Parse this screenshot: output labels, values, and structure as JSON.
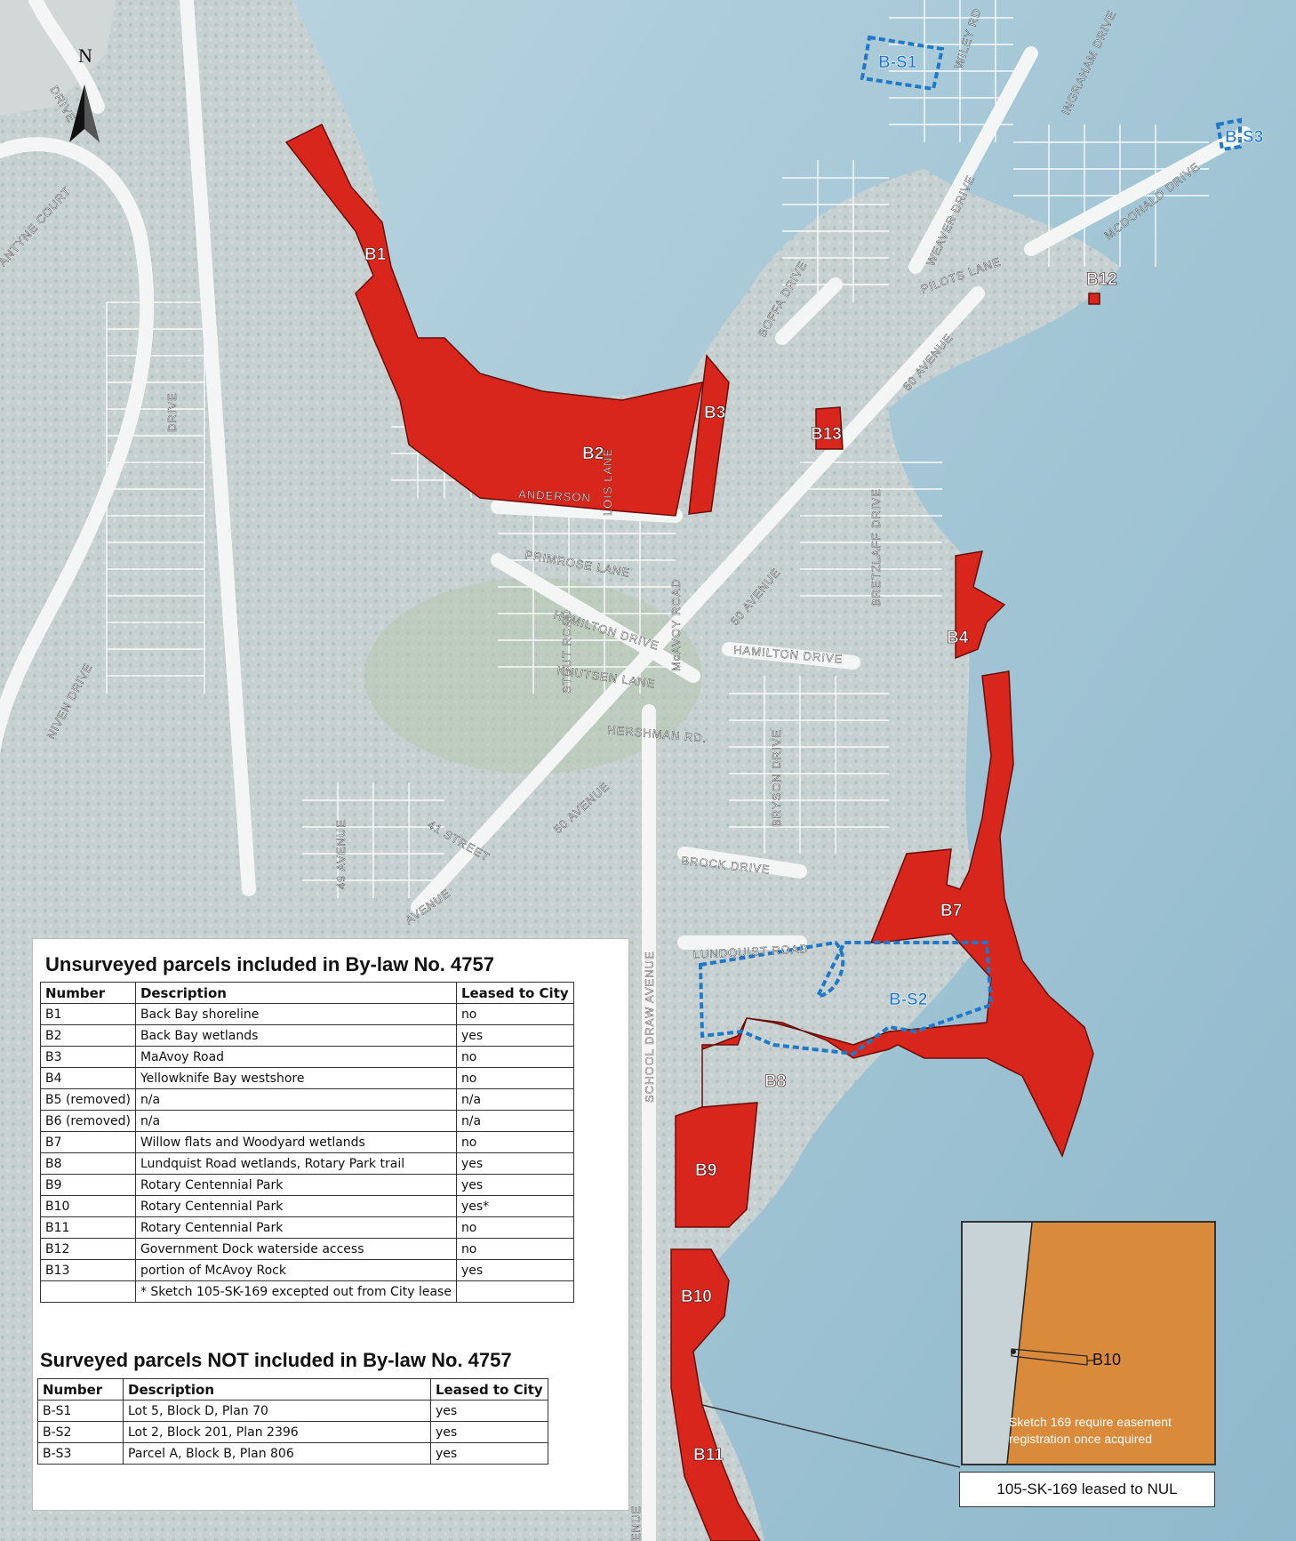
{
  "map": {
    "north_label": "N",
    "parcels_red": [
      "B1",
      "B2",
      "B3",
      "B4",
      "B7",
      "B8",
      "B9",
      "B10",
      "B11",
      "B12",
      "B13"
    ],
    "parcels_surveyed": [
      "B-S1",
      "B-S2",
      "B-S3"
    ],
    "roads": [
      "DRIVE",
      "ANTYNE COURT",
      "NIVEN DRIVE",
      "DRIVE",
      "50 AVENUE",
      "50 AVENUE",
      "50 AVENUE",
      "SCHOOL DRAW AVENUE",
      "HAMILTON DRIVE",
      "HAMILTON DRIVE",
      "McAVOY ROAD",
      "STOUT ROAD",
      "LOIS LANE",
      "PRIMROSE LANE",
      "KNUTSEN LANE",
      "HERSHMAN RD.",
      "BRYSON DRIVE",
      "BRETZLAFF DRIVE",
      "BROCK DRIVE",
      "LUNDQUIST ROAD",
      "BOFFA DRIVE",
      "WEAVER DRIVE",
      "MCDONALD DRIVE",
      "INGRAHAM DRIVE",
      "WILEY RD",
      "41 STREET",
      "49 AVENUE",
      "PILOTS LANE",
      "AVENUE",
      "ENUE",
      "ANDERSON"
    ],
    "colors": {
      "parcel_fill": "#d9261c",
      "surveyed_outline": "#1f78c8",
      "water": "#a9c9d8",
      "land": "#c9d3d4"
    }
  },
  "unsurveyed_table": {
    "title": "Unsurveyed parcels included in By-law No. 4757",
    "headers": [
      "Number",
      "Description",
      "Leased to City"
    ],
    "rows": [
      [
        "B1",
        "Back Bay shoreline",
        "no"
      ],
      [
        "B2",
        "Back Bay wetlands",
        "yes"
      ],
      [
        "B3",
        "MaAvoy Road",
        "no"
      ],
      [
        "B4",
        "Yellowknife Bay westshore",
        "no"
      ],
      [
        "B5 (removed)",
        "n/a",
        "n/a"
      ],
      [
        "B6 (removed)",
        "n/a",
        "n/a"
      ],
      [
        "B7",
        "Willow flats and Woodyard wetlands",
        "no"
      ],
      [
        "B8",
        "Lundquist Road wetlands, Rotary Park trail",
        "yes"
      ],
      [
        "B9",
        "Rotary Centennial Park",
        "yes"
      ],
      [
        "B10",
        "Rotary Centennial Park",
        "yes*"
      ],
      [
        "B11",
        "Rotary Centennial Park",
        "no"
      ],
      [
        "B12",
        "Government Dock waterside access",
        "no"
      ],
      [
        "B13",
        "portion of McAvoy Rock",
        "yes"
      ],
      [
        "",
        "* Sketch 105-SK-169 excepted out from City lease",
        ""
      ]
    ]
  },
  "surveyed_table": {
    "title": "Surveyed parcels NOT included in By-law No. 4757",
    "headers": [
      "Number",
      "Description",
      "Leased to City"
    ],
    "rows": [
      [
        "B-S1",
        "Lot 5, Block D, Plan 70",
        "yes"
      ],
      [
        "B-S2",
        "Lot 2, Block 201, Plan 2396",
        "yes"
      ],
      [
        "B-S3",
        "Parcel A, Block B, Plan 806",
        "yes"
      ]
    ]
  },
  "inset": {
    "label": "B10",
    "note_line1": "Sketch 169 require easement",
    "note_line2": "registration once acquired",
    "caption": "105-SK-169 leased to NUL"
  }
}
